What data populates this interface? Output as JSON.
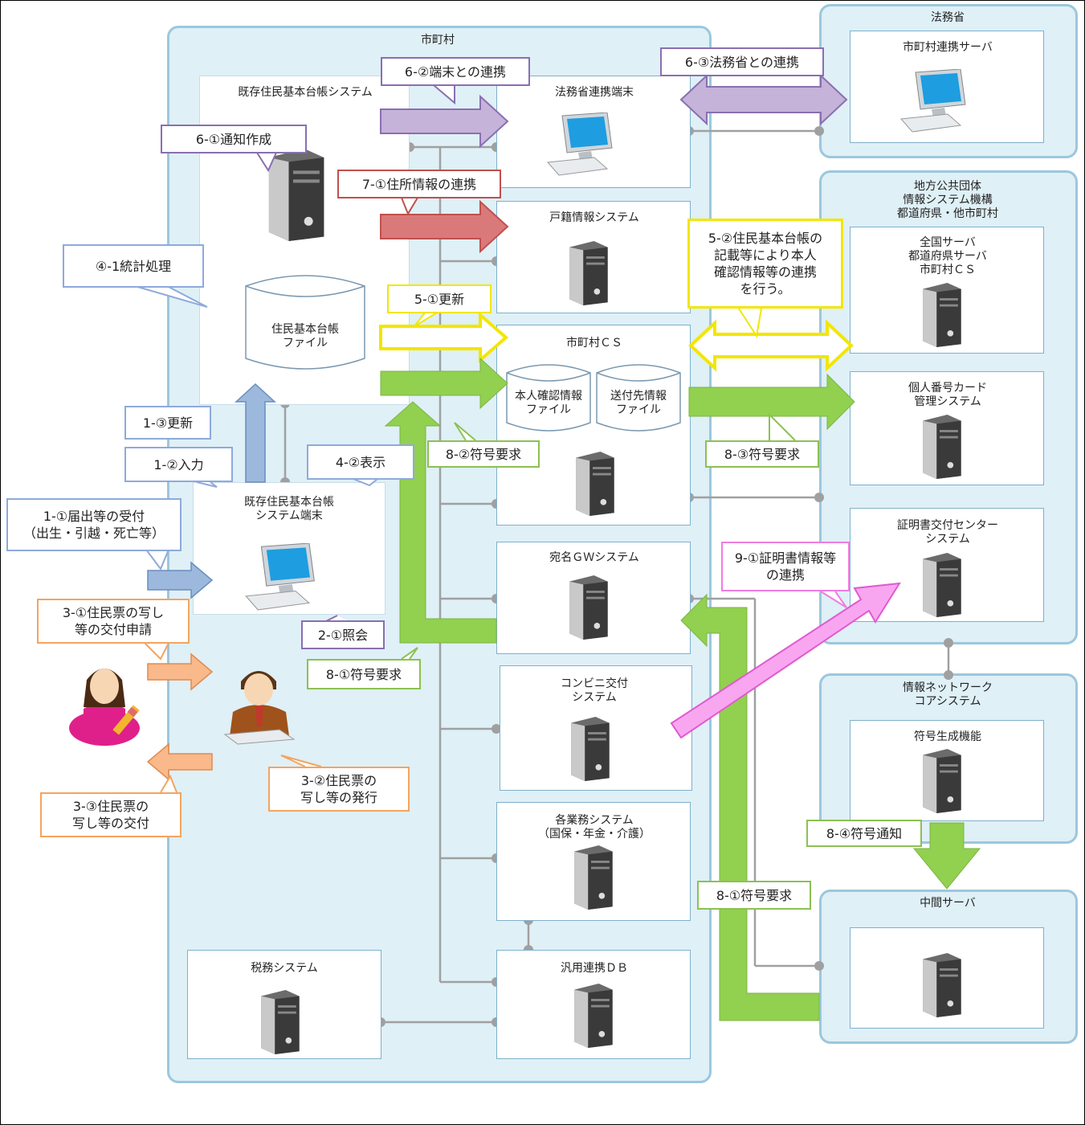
{
  "regions": {
    "municipality": "市町村",
    "moj": "法務省",
    "jlis": "地方公共団体\n情報システム機構\n都道府県・他市町村",
    "infonet": "情報ネットワーク\nコアシステム",
    "middle": "中間サーバ"
  },
  "systems": {
    "existing_registry": "既存住民基本台帳システム",
    "registry_file": "住民基本台帳\nファイル",
    "registry_terminal": "既存住民基本台帳\nシステム端末",
    "moj_terminal": "法務省連携端末",
    "koseki": "戸籍情報システム",
    "city_cs": "市町村ＣＳ",
    "identity_file": "本人確認情報\nファイル",
    "destination_file": "送付先情報\nファイル",
    "atena_gw": "宛名ＧＷシステム",
    "convenience": "コンビニ交付\nシステム",
    "business": "各業務システム\n（国保・年金・介護）",
    "general_db": "汎用連携ＤＢ",
    "tax": "税務システム",
    "city_server": "市町村連携サーバ",
    "national_server": "全国サーバ\n都道府県サーバ\n市町村ＣＳ",
    "mynumber_card": "個人番号カード\n管理システム",
    "certificate_center": "証明書交付センター\nシステム",
    "code_gen": "符号生成機能"
  },
  "callouts": {
    "c1_1": "1-①届出等の受付\n（出生・引越・死亡等）",
    "c1_2": "1-②入力",
    "c1_3": "1-③更新",
    "c2_1": "2-①照会",
    "c3_1": "3-①住民票の写し\n等の交付申請",
    "c3_2": "3-②住民票の\n写し等の発行",
    "c3_3": "3-③住民票の\n写し等の交付",
    "c4_1": "④-1統計処理",
    "c4_2": "4-②表示",
    "c5_1": "5-①更新",
    "c5_2": "5-②住民基本台帳の\n記載等により本人\n確認情報等の連携\nを行う。",
    "c6_1": "6-①通知作成",
    "c6_2": "6-②端末との連携",
    "c6_3": "6-③法務省との連携",
    "c7_1": "7-①住所情報の連携",
    "c8_1a": "8-①符号要求",
    "c8_1b": "8-①符号要求",
    "c8_2": "8-②符号要求",
    "c8_3": "8-③符号要求",
    "c8_4": "8-④符号通知",
    "c9_1": "9-①証明書情報等\nの連携"
  },
  "icons": [
    "server-icon",
    "desktop-pc-icon",
    "database-cylinder-icon",
    "woman-applicant-icon",
    "clerk-icon"
  ],
  "colors": {
    "region_fill": "#dff0f7",
    "region_border": "#9cc7dd",
    "purple": "#c5b3d9",
    "red": "#d9797a",
    "yellow": "#ffff33",
    "green": "#92d050",
    "blue": "#9cb8dc",
    "orange": "#f9b98a",
    "pink": "#f9a6f0"
  }
}
